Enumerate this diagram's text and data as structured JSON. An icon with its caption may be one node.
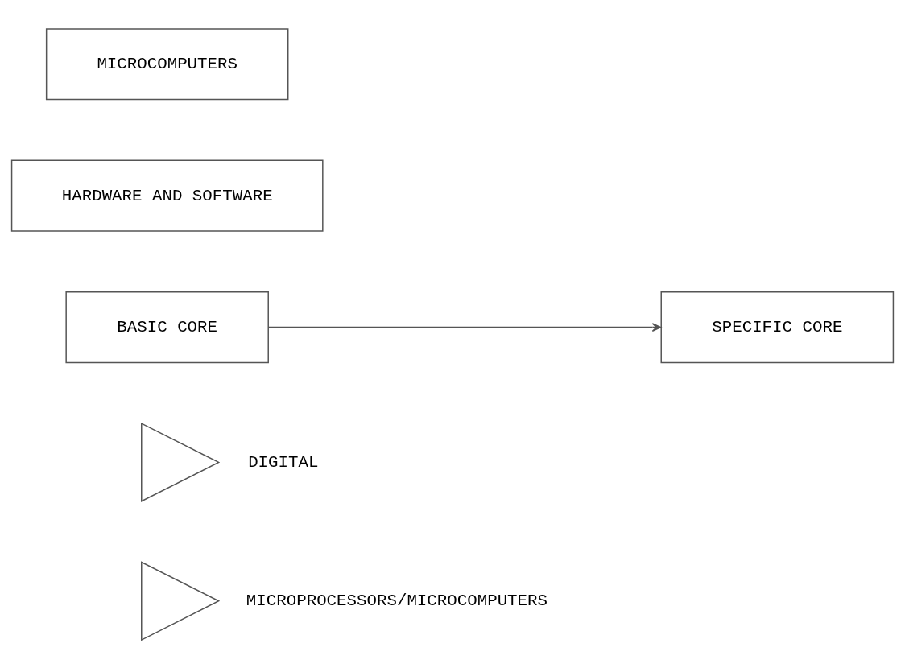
{
  "diagram": {
    "nodes": [
      {
        "text": [
          "MICROCOMPUTERS"
        ]
      },
      {
        "text": [
          "HARDWARE AND SOFTWARE"
        ]
      },
      {
        "text": [
          "BASIC CORE"
        ]
      },
      {
        "text": [
          "SPECIFIC CORE"
        ]
      },
      {
        "text": [],
        "shape": "triangle",
        "beside": [
          "DIGITAL"
        ]
      },
      {
        "text": [],
        "shape": "triangle",
        "beside": [
          "MICROPROCESSORS/MICROCOMPUTERS"
        ]
      }
    ],
    "edges": [
      {
        "from": 2,
        "to": 3,
        "arrow": "to"
      }
    ]
  }
}
